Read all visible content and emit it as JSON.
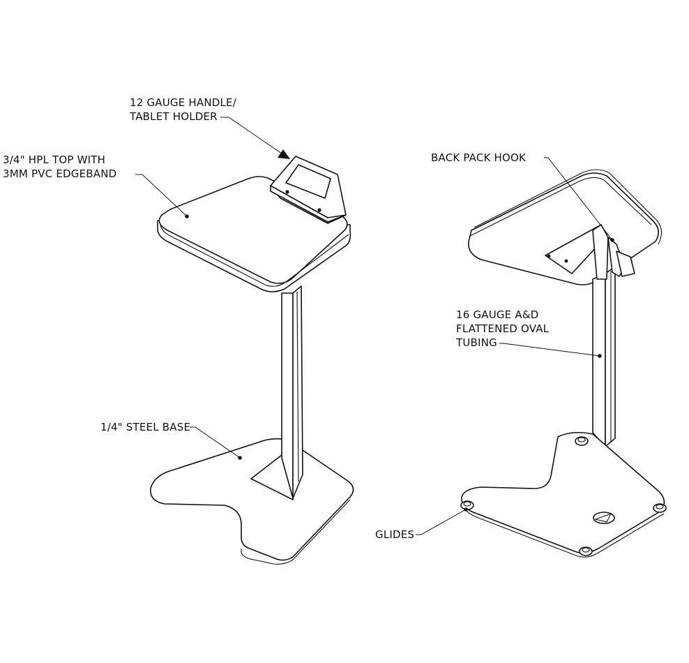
{
  "callouts": {
    "handle": {
      "lines": [
        "12 GAUGE HANDLE/",
        "TABLET HOLDER"
      ]
    },
    "top": {
      "lines": [
        "3/4\" HPL TOP WITH",
        "3MM PVC EDGEBAND"
      ]
    },
    "hook": {
      "lines": [
        "BACK PACK HOOK"
      ]
    },
    "tubing": {
      "lines": [
        "16 GAUGE A&D",
        "FLATTENED OVAL",
        "TUBING"
      ]
    },
    "base": {
      "lines": [
        "1/4\" STEEL BASE"
      ]
    },
    "glides": {
      "lines": [
        "GLIDES"
      ]
    }
  },
  "colors": {
    "line": "#111111",
    "background": "#ffffff"
  }
}
